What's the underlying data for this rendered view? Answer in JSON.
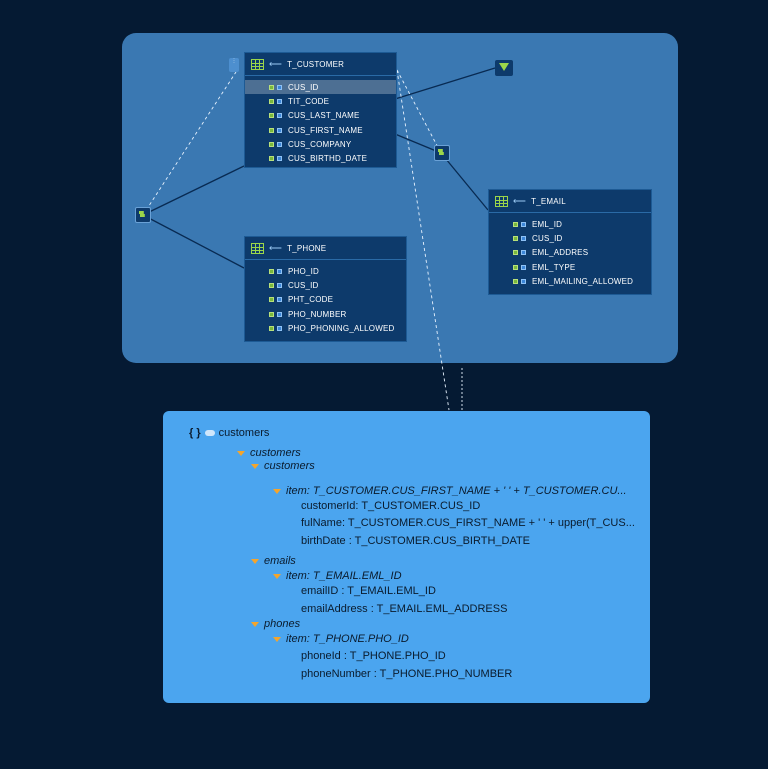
{
  "tables": {
    "customer": {
      "name": "T_CUSTOMER",
      "fields": [
        "CUS_ID",
        "TIT_CODE",
        "CUS_LAST_NAME",
        "CUS_FIRST_NAME",
        "CUS_COMPANY",
        "CUS_BIRTHD_DATE"
      ],
      "selected_field": "CUS_ID"
    },
    "phone": {
      "name": "T_PHONE",
      "fields": [
        "PHO_ID",
        "CUS_ID",
        "PHT_CODE",
        "PHO_NUMBER",
        "PHO_PHONING_ALLOWED"
      ]
    },
    "email": {
      "name": "T_EMAIL",
      "fields": [
        "EML_ID",
        "CUS_ID",
        "EML_ADDRES",
        "EML_TYPE",
        "EML_MAILING_ALLOWED"
      ]
    }
  },
  "json_panel": {
    "root": "customers",
    "tree": {
      "customers_group": "customers",
      "customers_array": "customers",
      "customer_item": "item: T_CUSTOMER.CUS_FIRST_NAME + ' ' + T_CUSTOMER.CU...",
      "customer_id": "customerId: T_CUSTOMER.CUS_ID",
      "full_name": "fulName: T_CUSTOMER.CUS_FIRST_NAME + ' ' + upper(T_CUS...",
      "birth_date": "birthDate : T_CUSTOMER.CUS_BIRTH_DATE",
      "emails": "emails",
      "email_item": "item: T_EMAIL.EML_ID",
      "email_id": "emailID : T_EMAIL.EML_ID",
      "email_address": "emailAddress : T_EMAIL.EML_ADDRESS",
      "phones": "phones",
      "phone_item": "item: T_PHONE.PHO_ID",
      "phone_id": "phoneId : T_PHONE.PHO_ID",
      "phone_number": "phoneNumber : T_PHONE.PHO_NUMBER"
    }
  },
  "colors": {
    "page_bg": "#051a33",
    "canvas_bg": "#3a78b2",
    "table_bg": "#0d3a6b",
    "json_panel_bg": "#4ba5ef",
    "accent_green": "#9bd64a",
    "tree_toggle_orange": "#f4a52d"
  },
  "icons": {
    "table": "table-grid-icon",
    "key": "key-arrow-icon",
    "join": "join-node-icon",
    "filter": "filter-icon",
    "json": "json-braces-icon"
  }
}
